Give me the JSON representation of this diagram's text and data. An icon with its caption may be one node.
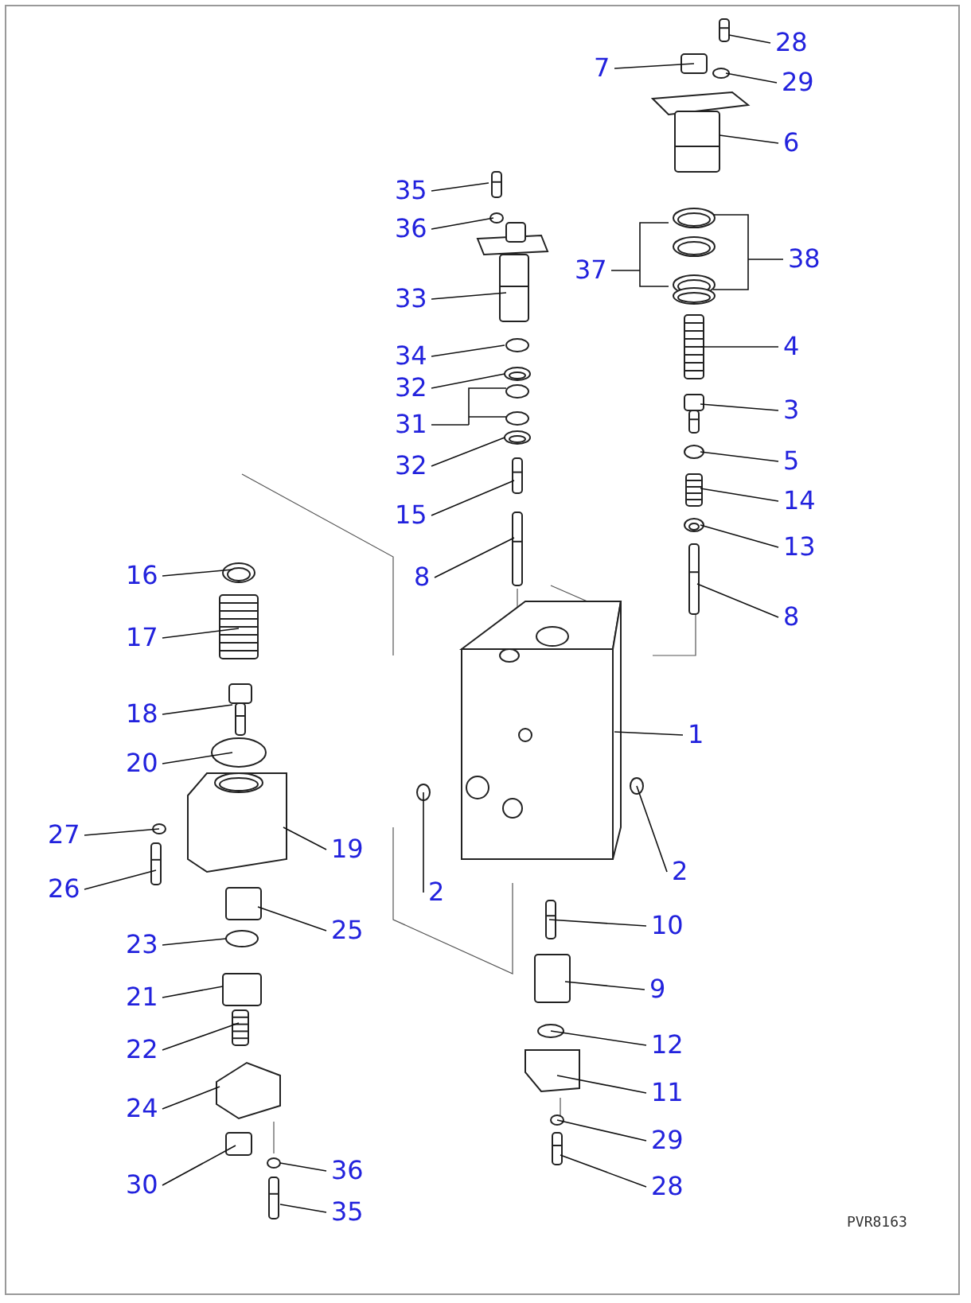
{
  "diagram": {
    "nodes": [
      {
        "text": [
          "28"
        ]
      },
      {
        "text": [
          "7"
        ]
      },
      {
        "text": [
          "29"
        ]
      },
      {
        "text": [
          "6"
        ]
      },
      {
        "text": [
          "35"
        ]
      },
      {
        "text": [
          "36"
        ]
      },
      {
        "text": [
          "37"
        ]
      },
      {
        "text": [
          "38"
        ]
      },
      {
        "text": [
          "33"
        ]
      },
      {
        "text": [
          "4"
        ]
      },
      {
        "text": [
          "34"
        ]
      },
      {
        "text": [
          "32"
        ]
      },
      {
        "text": [
          "3"
        ]
      },
      {
        "text": [
          "31"
        ]
      },
      {
        "text": [
          "5"
        ]
      },
      {
        "text": [
          "32"
        ]
      },
      {
        "text": [
          "15"
        ]
      },
      {
        "text": [
          "14"
        ]
      },
      {
        "text": [
          "13"
        ]
      },
      {
        "text": [
          "8"
        ]
      },
      {
        "text": [
          "16"
        ]
      },
      {
        "text": [
          "8"
        ]
      },
      {
        "text": [
          "17"
        ]
      },
      {
        "text": [
          "18"
        ]
      },
      {
        "text": [
          "1"
        ]
      },
      {
        "text": [
          "20"
        ]
      },
      {
        "text": [
          "27"
        ]
      },
      {
        "text": [
          "19"
        ]
      },
      {
        "text": [
          "26"
        ]
      },
      {
        "text": [
          "2"
        ]
      },
      {
        "text": [
          "2"
        ]
      },
      {
        "text": [
          "10"
        ]
      },
      {
        "text": [
          "25"
        ]
      },
      {
        "text": [
          "23"
        ]
      },
      {
        "text": [
          "9"
        ]
      },
      {
        "text": [
          "21"
        ]
      },
      {
        "text": [
          "22"
        ]
      },
      {
        "text": [
          "12"
        ]
      },
      {
        "text": [
          "24"
        ]
      },
      {
        "text": [
          "11"
        ]
      },
      {
        "text": [
          "29"
        ]
      },
      {
        "text": [
          "30"
        ]
      },
      {
        "text": [
          "36"
        ]
      },
      {
        "text": [
          "28"
        ]
      },
      {
        "text": [
          "35"
        ]
      }
    ],
    "edges": [
      {
        "from": 0,
        "to": null,
        "arrow": "none"
      },
      {
        "from": 1,
        "to": null,
        "arrow": "none"
      },
      {
        "from": 2,
        "to": null,
        "arrow": "none"
      },
      {
        "from": 3,
        "to": null,
        "arrow": "none"
      },
      {
        "from": 4,
        "to": null,
        "arrow": "none"
      },
      {
        "from": 5,
        "to": null,
        "arrow": "none"
      },
      {
        "from": 6,
        "to": null,
        "arrow": "none"
      },
      {
        "from": 7,
        "to": null,
        "arrow": "none"
      },
      {
        "from": 8,
        "to": null,
        "arrow": "none"
      },
      {
        "from": 9,
        "to": null,
        "arrow": "none"
      },
      {
        "from": 10,
        "to": null,
        "arrow": "none"
      },
      {
        "from": 11,
        "to": null,
        "arrow": "none"
      },
      {
        "from": 12,
        "to": null,
        "arrow": "none"
      },
      {
        "from": 13,
        "to": null,
        "arrow": "none"
      },
      {
        "from": 14,
        "to": null,
        "arrow": "none"
      },
      {
        "from": 15,
        "to": null,
        "arrow": "none"
      },
      {
        "from": 16,
        "to": null,
        "arrow": "none"
      },
      {
        "from": 17,
        "to": null,
        "arrow": "none"
      },
      {
        "from": 18,
        "to": null,
        "arrow": "none"
      },
      {
        "from": 19,
        "to": null,
        "arrow": "none"
      },
      {
        "from": 20,
        "to": null,
        "arrow": "none"
      },
      {
        "from": 21,
        "to": null,
        "arrow": "none"
      },
      {
        "from": 22,
        "to": null,
        "arrow": "none"
      },
      {
        "from": 23,
        "to": null,
        "arrow": "none"
      },
      {
        "from": 24,
        "to": null,
        "arrow": "none"
      },
      {
        "from": 25,
        "to": null,
        "arrow": "none"
      },
      {
        "from": 26,
        "to": null,
        "arrow": "none"
      },
      {
        "from": 27,
        "to": null,
        "arrow": "none"
      },
      {
        "from": 28,
        "to": null,
        "arrow": "none"
      },
      {
        "from": 29,
        "to": null,
        "arrow": "none"
      },
      {
        "from": 30,
        "to": null,
        "arrow": "none"
      },
      {
        "from": 31,
        "to": null,
        "arrow": "none"
      },
      {
        "from": 32,
        "to": null,
        "arrow": "none"
      },
      {
        "from": 33,
        "to": null,
        "arrow": "none"
      },
      {
        "from": 34,
        "to": null,
        "arrow": "none"
      },
      {
        "from": 35,
        "to": null,
        "arrow": "none"
      },
      {
        "from": 36,
        "to": null,
        "arrow": "none"
      },
      {
        "from": 37,
        "to": null,
        "arrow": "none"
      },
      {
        "from": 38,
        "to": null,
        "arrow": "none"
      },
      {
        "from": 39,
        "to": null,
        "arrow": "none"
      },
      {
        "from": 40,
        "to": null,
        "arrow": "none"
      },
      {
        "from": 41,
        "to": null,
        "arrow": "none"
      },
      {
        "from": 42,
        "to": null,
        "arrow": "none"
      },
      {
        "from": 43,
        "to": null,
        "arrow": "none"
      },
      {
        "from": 44,
        "to": null,
        "arrow": "none"
      }
    ],
    "labels": [
      "PVR8163"
    ]
  }
}
